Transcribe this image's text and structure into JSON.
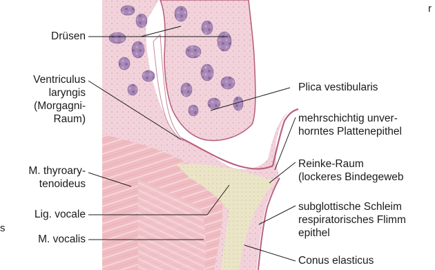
{
  "labels_left": {
    "druesen": "Drüsen",
    "ventriculus": "Ventriculus\nlaryngis\n(Morgagni-\nRaum)",
    "thyroary": "M. thyroary-\ntenoideus",
    "lig_vocale": "Lig. vocale",
    "m_vocalis": "M. vocalis"
  },
  "labels_right": {
    "plica": "Plica vestibularis",
    "epithel": "mehrschichtig unver-\nhorntes Plattenepithel",
    "reinke": "Reinke-Raum\n(lockeres Bindegeweb",
    "subglottisch": "subglottische Schleim\nrespiratorisches Flimm\nepithel",
    "conus": "Conus elasticus"
  },
  "edge_fragments": {
    "top_right": "r",
    "left_bottom": "s"
  },
  "colors": {
    "muscle": "#eeb7bd",
    "mucosa": "#f0cdd6",
    "gland": "#9b7aa8",
    "epithelium": "#b8617f",
    "ligament": "#e6e2c0",
    "leader": "#1a1a1a"
  }
}
